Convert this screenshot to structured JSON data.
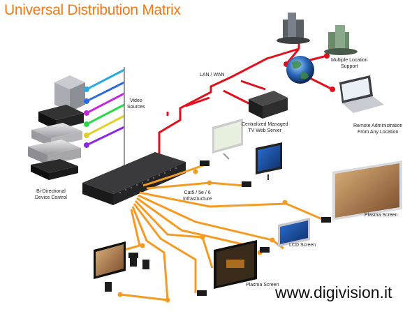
{
  "title": "Universal Distribution Matrix",
  "labels": {
    "lan_wan": "LAN / WAN",
    "video_sources": "Video\nSources",
    "multiple_location": "Multiple Location\nSupport",
    "tv_web_server": "Centralized Managed\nTV Web Server",
    "remote_admin": "Remote Administration\nFrom Any Location",
    "device_control": "Bi-Directional\nDevice Control",
    "infrastructure": "Cat5 / 5e / 6\nInfrastructure",
    "plasma_screen_right": "Plasma Screen",
    "lcd_screen": "LCD Screen",
    "plasma_screen_bottom": "Plasma Screen"
  },
  "website": "www.digivision.it",
  "colors": {
    "title": "#f07a1a",
    "network": "#e0101e",
    "cat5": "#f39b25",
    "source_lines": [
      "#2aa8e0",
      "#2a6be0",
      "#c02ad8",
      "#2ad84a",
      "#e0d02a",
      "#8a2ae0"
    ]
  }
}
